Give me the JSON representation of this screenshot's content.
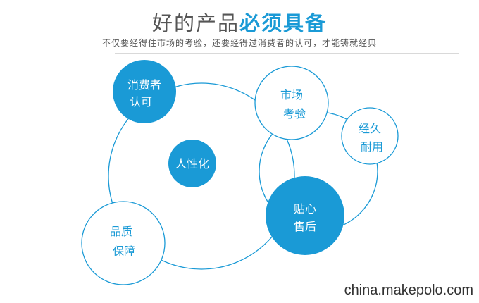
{
  "header": {
    "title_part1": "好的产品",
    "title_part2": "必须具备",
    "subtitle": "不仅要经得住市场的考验，还要经得过消费者的认可，才能铸就经典"
  },
  "diagram": {
    "nodes": [
      {
        "id": "consumer",
        "lines": [
          "消费者",
          "认可"
        ],
        "style": "filled"
      },
      {
        "id": "humanized",
        "lines": [
          "人性化"
        ],
        "style": "filled"
      },
      {
        "id": "market",
        "lines": [
          "市场",
          "考验"
        ],
        "style": "outline"
      },
      {
        "id": "durable",
        "lines": [
          "经久",
          "耐用"
        ],
        "style": "outline"
      },
      {
        "id": "aftersales",
        "lines": [
          "贴心",
          "售后"
        ],
        "style": "filled"
      },
      {
        "id": "quality",
        "lines": [
          "品质",
          "保障"
        ],
        "style": "outline"
      }
    ]
  },
  "colors": {
    "accent": "#1a9ad6",
    "text_gray": "#555555"
  },
  "watermark": "china.makepolo.com"
}
